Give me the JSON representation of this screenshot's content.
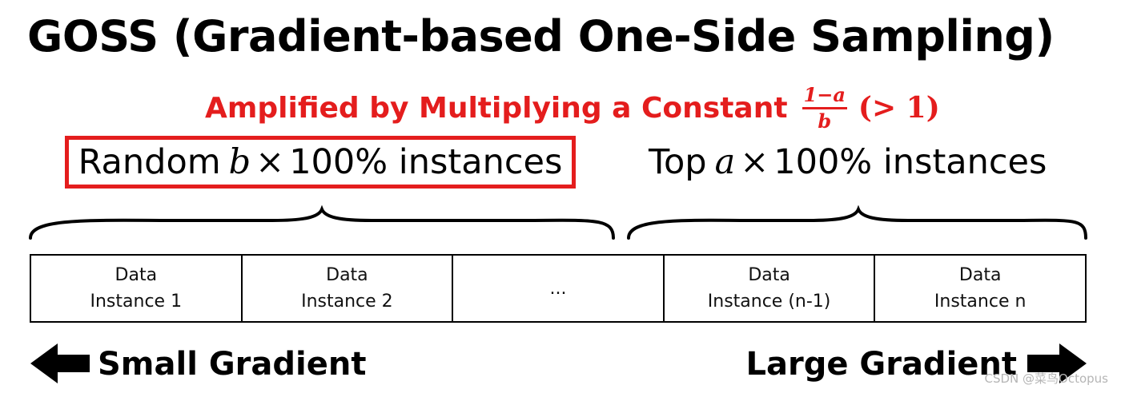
{
  "title": "GOSS (Gradient-based One-Side Sampling)",
  "amplified": {
    "text": "Amplified by Multiplying a Constant",
    "fraction_numerator": "1−a",
    "fraction_denominator": "b",
    "condition": "(> 1)",
    "color": "#e41d1d"
  },
  "random_label": {
    "prefix": "Random",
    "variable": "b",
    "operator": "×",
    "suffix": "100% instances",
    "box_color": "#e41d1d"
  },
  "top_label": {
    "prefix": "Top",
    "variable": "a",
    "operator": "×",
    "suffix": "100% instances"
  },
  "data_cells": [
    {
      "line1": "Data",
      "line2": "Instance 1"
    },
    {
      "line1": "Data",
      "line2": "Instance 2"
    },
    {
      "line1": "...",
      "line2": ""
    },
    {
      "line1": "Data",
      "line2": "Instance (n-1)"
    },
    {
      "line1": "Data",
      "line2": "Instance n"
    }
  ],
  "gradient": {
    "small": "Small Gradient",
    "large": "Large Gradient"
  },
  "watermark": "CSDN @菜鸟Octopus"
}
